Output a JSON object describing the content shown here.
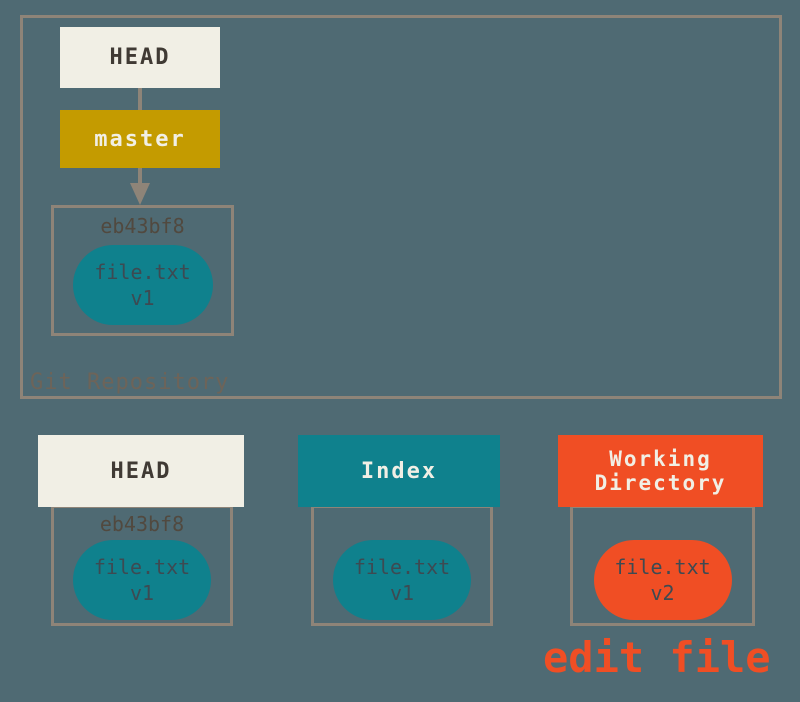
{
  "colors": {
    "background": "#4f6a73",
    "border_gray": "#8e8478",
    "cream": "#f1efe5",
    "gold": "#c49b00",
    "teal": "#0f818d",
    "orange": "#f04e24",
    "dark_text": "#403a34",
    "pill_text": "#3d4a52",
    "hash_text": "#51493f",
    "repo_label_text": "#6d6459"
  },
  "repository": {
    "label": "Git Repository",
    "head_ref_label": "HEAD",
    "branch_label": "master",
    "commit": {
      "hash": "eb43bf8",
      "file_name": "file.txt",
      "file_version": "v1"
    }
  },
  "areas": {
    "head": {
      "title": "HEAD",
      "hash": "eb43bf8",
      "file_name": "file.txt",
      "file_version": "v1"
    },
    "index": {
      "title": "Index",
      "file_name": "file.txt",
      "file_version": "v1"
    },
    "working_directory": {
      "title": "Working Directory",
      "title_lines": [
        "Working",
        "Directory"
      ],
      "file_name": "file.txt",
      "file_version": "v2"
    }
  },
  "annotation": {
    "label": "edit file"
  }
}
